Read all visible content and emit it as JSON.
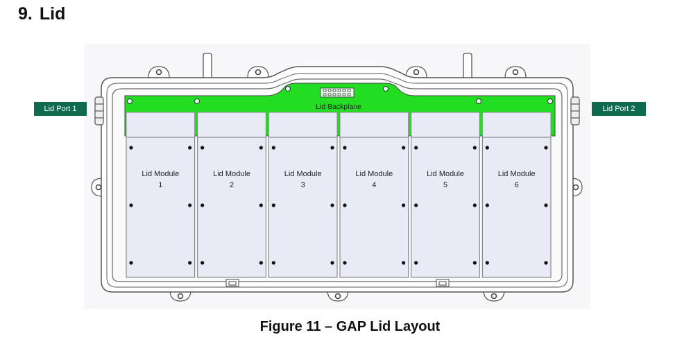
{
  "section": {
    "number": "9.",
    "title": "Lid"
  },
  "figure": {
    "caption": "Figure 11 – GAP Lid Layout",
    "backplane_label": "Lid Backplane",
    "ports": [
      {
        "label": "Lid Port 1"
      },
      {
        "label": "Lid Port 2"
      }
    ],
    "modules": [
      {
        "name": "Lid Module",
        "number": "1"
      },
      {
        "name": "Lid Module",
        "number": "2"
      },
      {
        "name": "Lid Module",
        "number": "3"
      },
      {
        "name": "Lid Module",
        "number": "4"
      },
      {
        "name": "Lid Module",
        "number": "5"
      },
      {
        "name": "Lid Module",
        "number": "6"
      }
    ]
  },
  "colors": {
    "backplane_green": "#22dd22",
    "module_fill": "#e8ebf6",
    "port_tag": "#0e6b4e",
    "housing_stroke": "#555555"
  }
}
